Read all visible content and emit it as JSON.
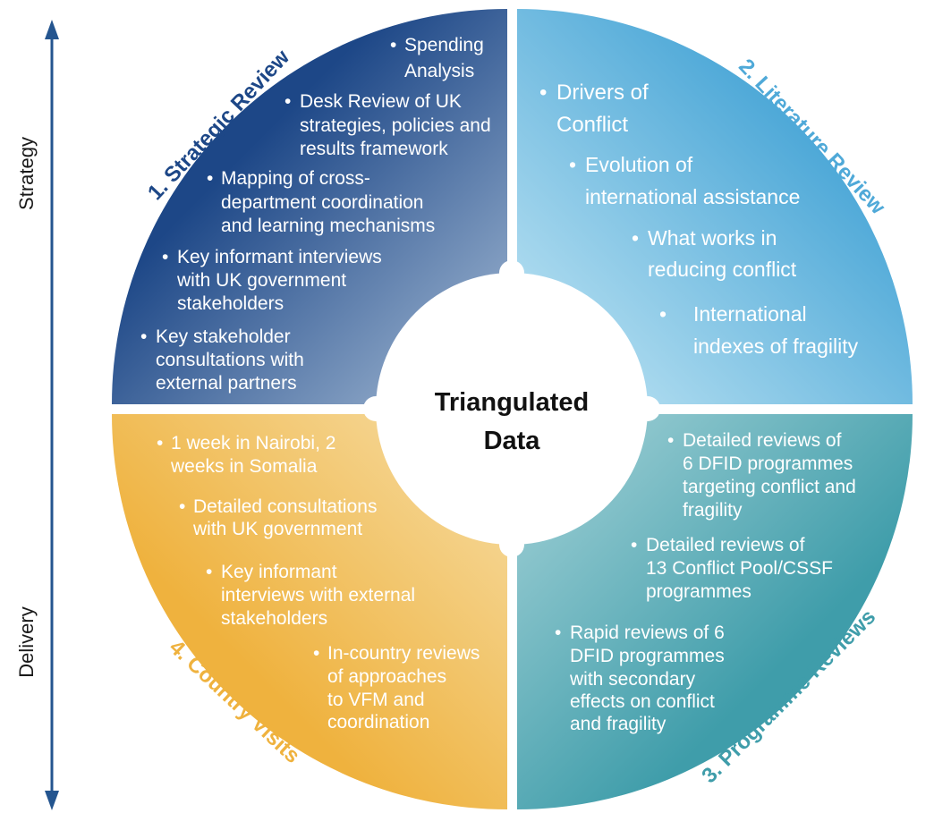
{
  "colors": {
    "q1_dark": "#1d4787",
    "q1_light": "#a7bdd6",
    "q2_dark": "#4fa9d8",
    "q2_light": "#c6e8f5",
    "q3_dark": "#3f9daa",
    "q3_light": "#a8d4d9",
    "q4_dark": "#efb23e",
    "q4_light": "#f6dea7",
    "axis": "#24558f",
    "title_q1": "#1d4787",
    "title_q2": "#4fa9d8",
    "title_q3": "#3f9daa",
    "title_q4": "#efb23e"
  },
  "axis": {
    "top_label": "Strategy",
    "bottom_label": "Delivery"
  },
  "centre": {
    "line1": "Triangulated",
    "line2": "Data"
  },
  "quadrants": {
    "strategic": {
      "title": "1. Strategic Review",
      "bullets": [
        [
          "Spending",
          "Analysis"
        ],
        [
          "Desk Review of UK",
          "strategies, policies and",
          "results framework"
        ],
        [
          "Mapping of cross-",
          "department coordination",
          "and learning mechanisms"
        ],
        [
          "Key informant interviews",
          "with UK government",
          "stakeholders"
        ],
        [
          "Key stakeholder",
          "consultations with",
          "external partners"
        ]
      ]
    },
    "literature": {
      "title": "2. Literature Review",
      "bullets": [
        [
          "Drivers of",
          "Conflict"
        ],
        [
          "Evolution of",
          "international assistance"
        ],
        [
          "What works in",
          "reducing conflict"
        ],
        [
          "International",
          "indexes  of fragility"
        ]
      ]
    },
    "programme": {
      "title": "3. Programme Reviews",
      "bullets": [
        [
          "Detailed reviews of",
          "6 DFID programmes",
          "targeting conflict and",
          "fragility"
        ],
        [
          "Detailed reviews of",
          "13 Conflict Pool/CSSF",
          "programmes"
        ],
        [
          "Rapid reviews of 6",
          "DFID programmes",
          "with secondary",
          "effects on conflict",
          "and fragility"
        ]
      ]
    },
    "country": {
      "title": "4. Country Visits",
      "bullets": [
        [
          "1 week in Nairobi, 2",
          "weeks in Somalia"
        ],
        [
          "Detailed consultations",
          "with UK government"
        ],
        [
          "Key informant",
          "interviews with external",
          "stakeholders"
        ],
        [
          "In-country reviews",
          "of approaches",
          "to VFM and",
          "coordination"
        ]
      ]
    }
  }
}
